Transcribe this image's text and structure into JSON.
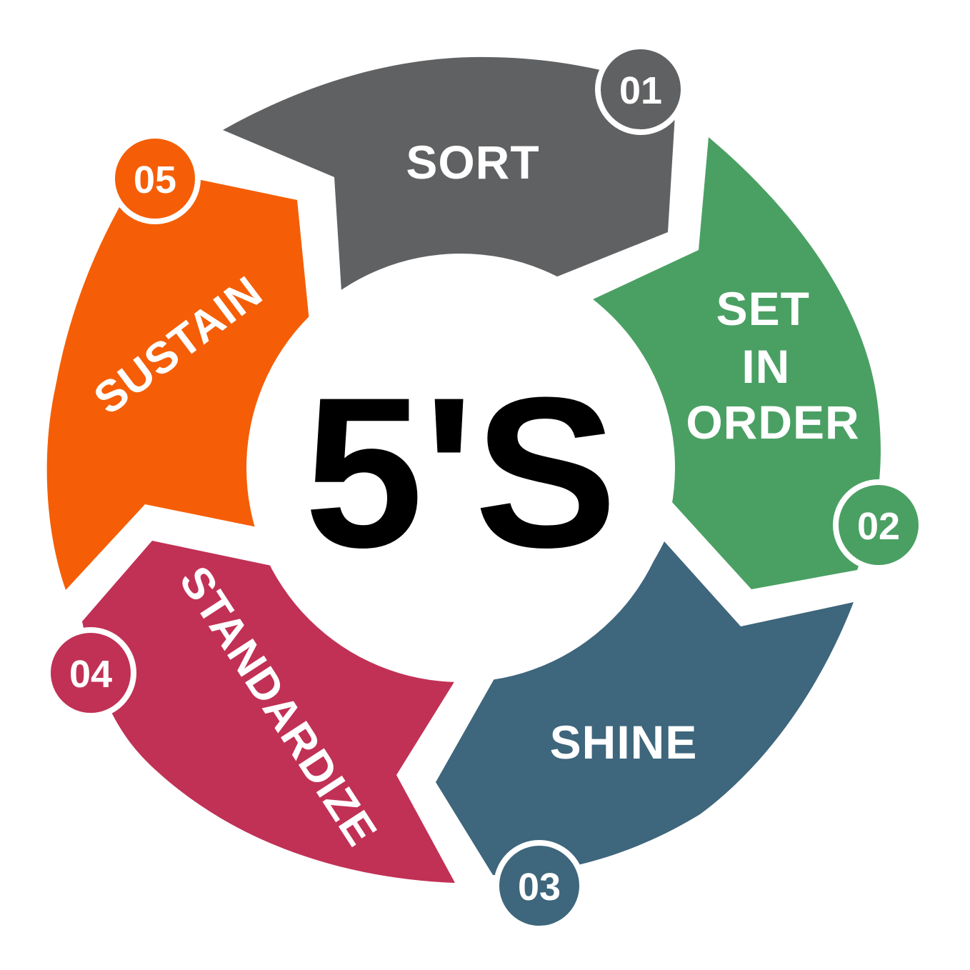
{
  "center": {
    "title": "5'S"
  },
  "steps": [
    {
      "number": "01",
      "label": "SORT",
      "color": "#606163"
    },
    {
      "number": "02",
      "label_lines": [
        "SET",
        "IN",
        "ORDER"
      ],
      "color": "#4aa063"
    },
    {
      "number": "03",
      "label": "SHINE",
      "color": "#3e667c"
    },
    {
      "number": "04",
      "label": "STANDARDIZE",
      "color": "#c13155"
    },
    {
      "number": "05",
      "label": "SUSTAIN",
      "color": "#f55e06"
    }
  ]
}
